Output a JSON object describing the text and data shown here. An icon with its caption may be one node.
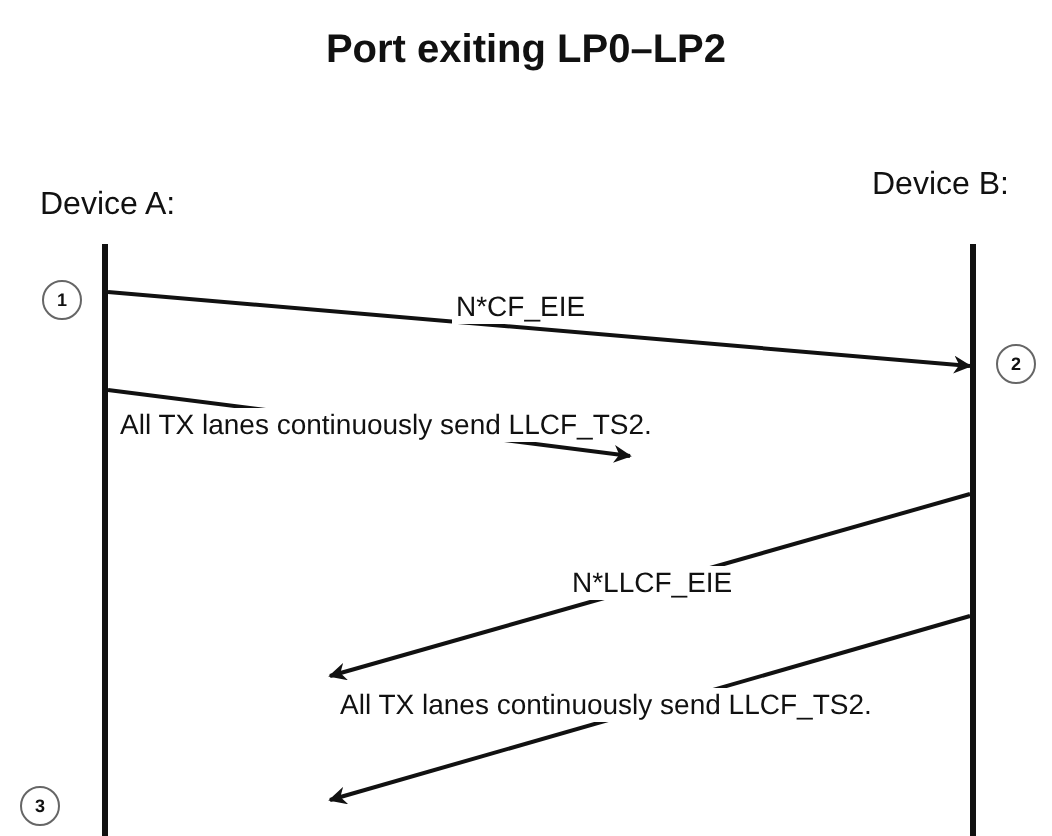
{
  "diagram": {
    "title": "Port exiting LP0–LP2",
    "nodes": [
      {
        "text": [
          "Device A:"
        ]
      },
      {
        "text": [
          "Device B:"
        ]
      },
      {
        "text": [
          "1"
        ]
      },
      {
        "text": [
          "2"
        ]
      },
      {
        "text": [
          "3"
        ]
      }
    ],
    "edges": [
      {
        "from": 0,
        "to": 1,
        "arrow": "to",
        "label": "N*CF_EIE"
      },
      {
        "from": 0,
        "to": null,
        "arrow": "to",
        "label": "All TX lanes continuously send LLCF_TS2."
      },
      {
        "from": 1,
        "to": null,
        "arrow": "to",
        "label": "N*LLCF_EIE"
      },
      {
        "from": 1,
        "to": null,
        "arrow": "to",
        "label": "All TX lanes continuously send LLCF_TS2."
      }
    ]
  }
}
